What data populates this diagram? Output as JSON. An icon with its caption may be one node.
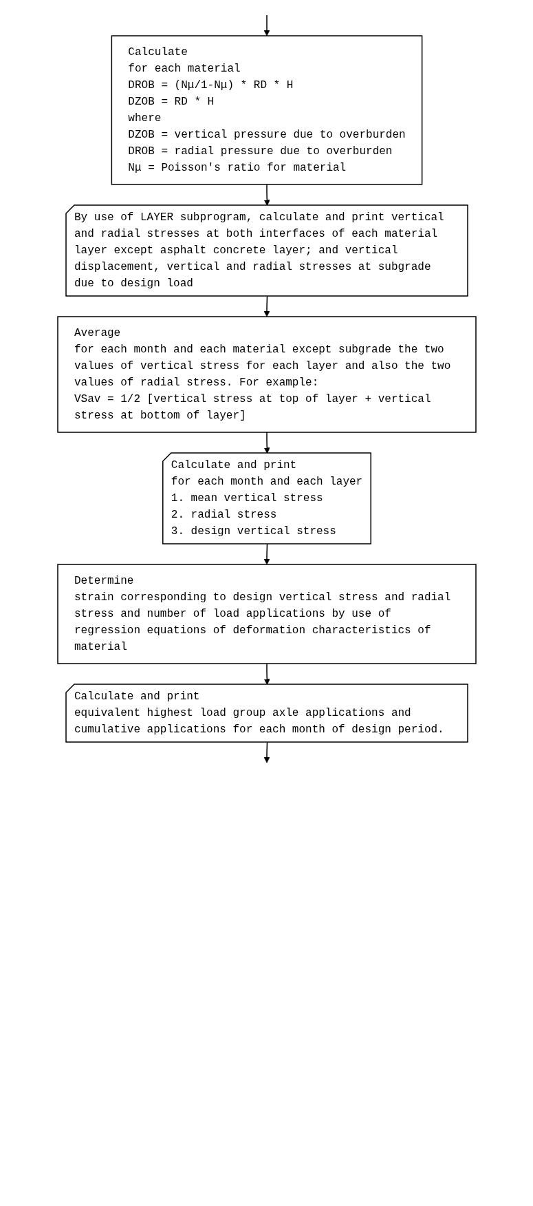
{
  "diagram": {
    "nodes": [
      {
        "text": [
          "Calculate",
          "for each material",
          "DROB = (Nμ/1-Nμ) * RD * H",
          "DZOB = RD * H",
          "where",
          "DZOB = vertical pressure due to overburden",
          "DROB = radial pressure due to overburden",
          "Nμ = Poisson's ratio for material"
        ]
      },
      {
        "text": [
          "By use of LAYER subprogram, calculate and print vertical and radial stresses at both interfaces of each material layer except asphalt concrete layer; and vertical displacement, vertical and radial stresses at subgrade due to design load"
        ]
      },
      {
        "text": [
          "Average",
          "for each month and each material except subgrade the two values of vertical stress for each layer and also the two values of radial stress. For example:",
          "VSav = 1/2 [vertical stress at top of layer + vertical stress at bottom of layer]"
        ]
      },
      {
        "text": [
          "Calculate and print",
          "for each month and each layer",
          "1. mean vertical stress",
          "2. radial stress",
          "3. design vertical stress"
        ]
      },
      {
        "text": [
          "Determine",
          "strain corresponding to design vertical stress and radial stress and number of load applications by use of regression equations of deformation characteristics of material"
        ]
      },
      {
        "text": [
          "Calculate and print",
          "equivalent highest load group axle applications and cumulative applications for each month of design period."
        ]
      }
    ],
    "edges": [
      {
        "from": null,
        "to": 0,
        "arrow": "to"
      },
      {
        "from": 0,
        "to": 1,
        "arrow": "to"
      },
      {
        "from": 1,
        "to": 2,
        "arrow": "to"
      },
      {
        "from": 2,
        "to": 3,
        "arrow": "to"
      },
      {
        "from": 3,
        "to": 4,
        "arrow": "to"
      },
      {
        "from": 4,
        "to": 5,
        "arrow": "to"
      },
      {
        "from": 5,
        "to": null,
        "arrow": "to"
      }
    ]
  }
}
